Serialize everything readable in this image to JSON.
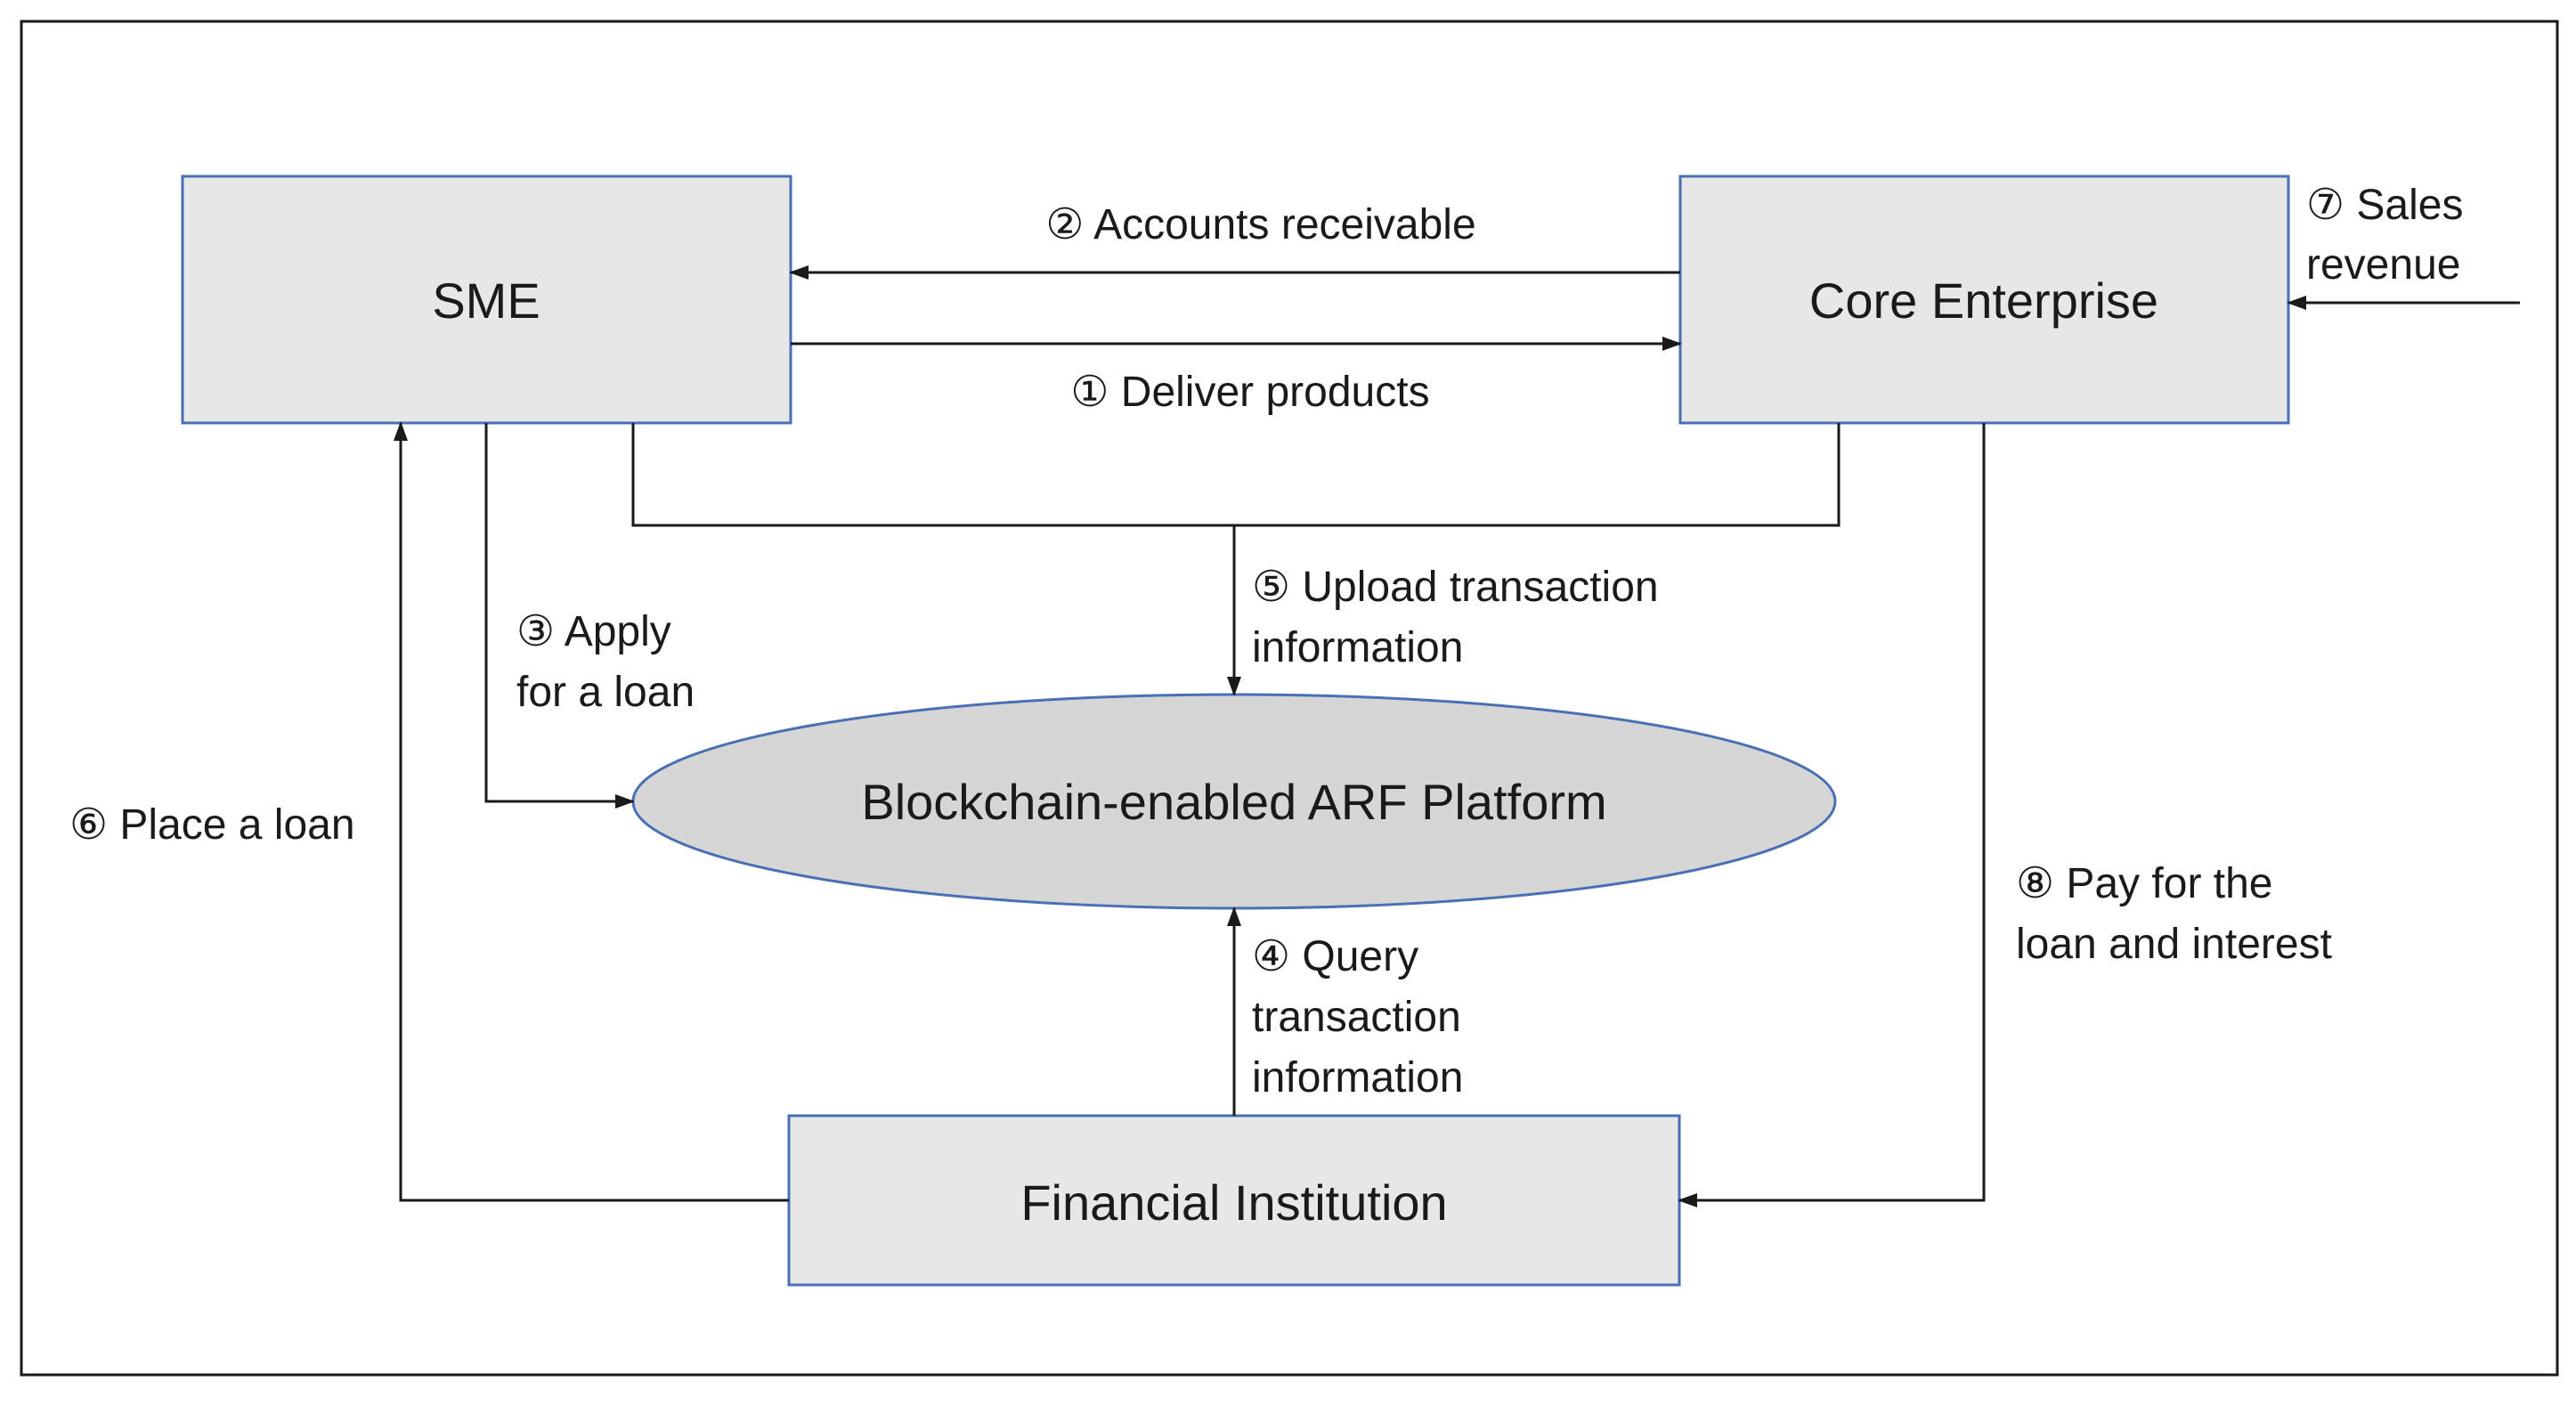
{
  "nodes": {
    "sme": "SME",
    "core": "Core Enterprise",
    "platform": "Blockchain-enabled ARF Platform",
    "financial": "Financial Institution"
  },
  "edges": {
    "accounts_receivable": "② Accounts receivable",
    "deliver_products": "① Deliver products",
    "sales_revenue": [
      "⑦ Sales",
      "revenue"
    ],
    "upload_info": [
      "⑤ Upload transaction",
      "information"
    ],
    "apply_loan": [
      "③ Apply",
      "for a loan"
    ],
    "place_loan": "⑥ Place a loan",
    "pay_loan": [
      "⑧ Pay for the",
      "loan and interest"
    ],
    "query_info": [
      "④ Query",
      "transaction",
      "information"
    ]
  },
  "colors": {
    "box_fill": "#e7e7e7",
    "ellipse_fill": "#d6d6d6",
    "border": "#4a6fb5",
    "line": "#1a1a1a"
  }
}
